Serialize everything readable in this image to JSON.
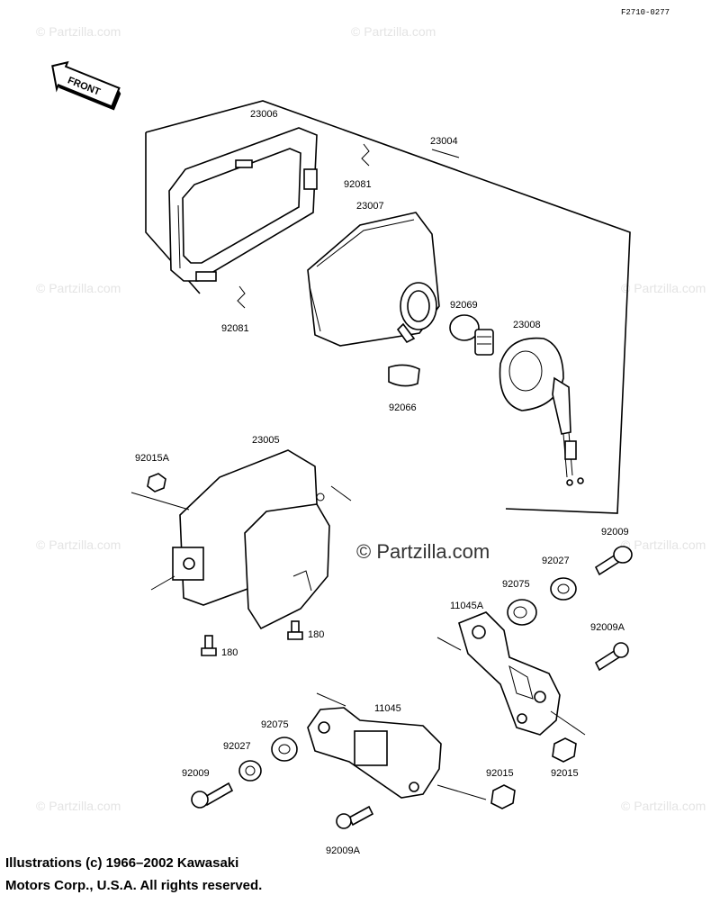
{
  "code": "F2710-0277",
  "front_label": "FRONT",
  "watermark_main": "© Partzilla.com",
  "watermark_small": "© Partzilla.com",
  "copyright": {
    "line1": "Illustrations (c) 1966–2002 Kawasaki",
    "line2": "Motors Corp., U.S.A.  All rights reserved."
  },
  "parts": {
    "p23006": "23006",
    "p23004": "23004",
    "p92081_top": "92081",
    "p23007": "23007",
    "p92081_bottom": "92081",
    "p92069": "92069",
    "p23008": "23008",
    "p92066": "92066",
    "p23005": "23005",
    "p92015A": "92015A",
    "p180_left": "180",
    "p180_right": "180",
    "p92009_right": "92009",
    "p92027_right": "92027",
    "p92075_right": "92075",
    "p11045A": "11045A",
    "p92009A_right": "92009A",
    "p92015_right": "92015",
    "p11045": "11045",
    "p92075_left": "92075",
    "p92027_left": "92027",
    "p92009_left": "92009",
    "p92015_mid": "92015",
    "p92009A_bottom": "92009A"
  }
}
